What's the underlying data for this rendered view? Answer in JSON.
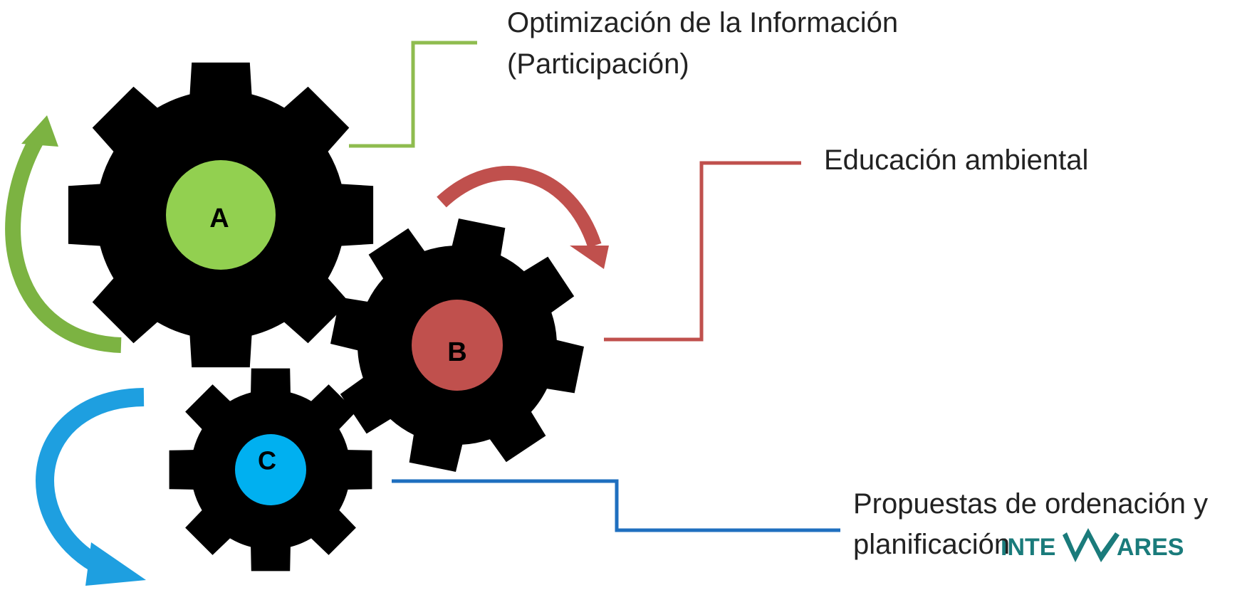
{
  "gears": [
    {
      "id": "a",
      "letter": "A",
      "hub_color": "#92d050"
    },
    {
      "id": "b",
      "letter": "B",
      "hub_color": "#c0504d"
    },
    {
      "id": "c",
      "letter": "C",
      "hub_color": "#00b0f0"
    }
  ],
  "labels": {
    "a_line1": "Optimización de la Información",
    "a_line2": "(Participación)",
    "b_line1": "Educación ambiental",
    "c_line1": "Propuestas de ordenación y",
    "c_line2": "planificación"
  },
  "logo": {
    "text_left": "INTE",
    "text_right": "ARES",
    "color": "#1a7b7b"
  },
  "colors": {
    "gear_body": "#000000",
    "connector_a": "#8fbc4f",
    "connector_b": "#c0504d",
    "connector_c": "#1f6fbf",
    "arrow_a": "#7cb342",
    "arrow_b": "#c0504d",
    "arrow_c": "#1e9fe0"
  }
}
